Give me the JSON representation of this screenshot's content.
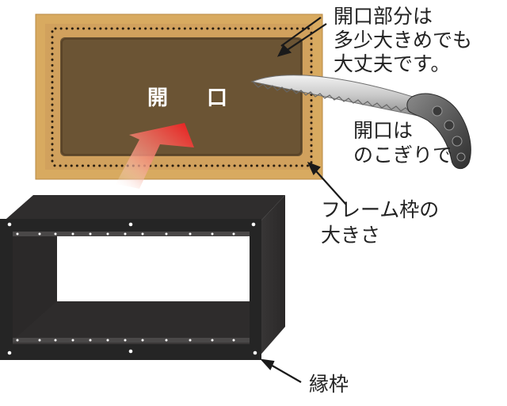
{
  "diagram": {
    "opening_label": "開 口",
    "callouts": {
      "opening_size": [
        "開口部分は",
        "多少大きめでも",
        "大丈夫です。"
      ],
      "saw_cut": [
        "開口は",
        "のこぎりで"
      ],
      "frame_size": [
        "フレーム枠の",
        "大きさ"
      ],
      "edge_frame": [
        "縁枠"
      ]
    },
    "icons": {
      "board": "board-icon",
      "saw": "saw-icon",
      "arrow": "insert-arrow-icon",
      "frame": "box-frame-icon"
    },
    "colors": {
      "board_tan": "#d8aa60",
      "board_brown": "#6b5434",
      "frame_black": "#252525",
      "arrow_red": "#e8191a",
      "text": "#222222"
    }
  }
}
